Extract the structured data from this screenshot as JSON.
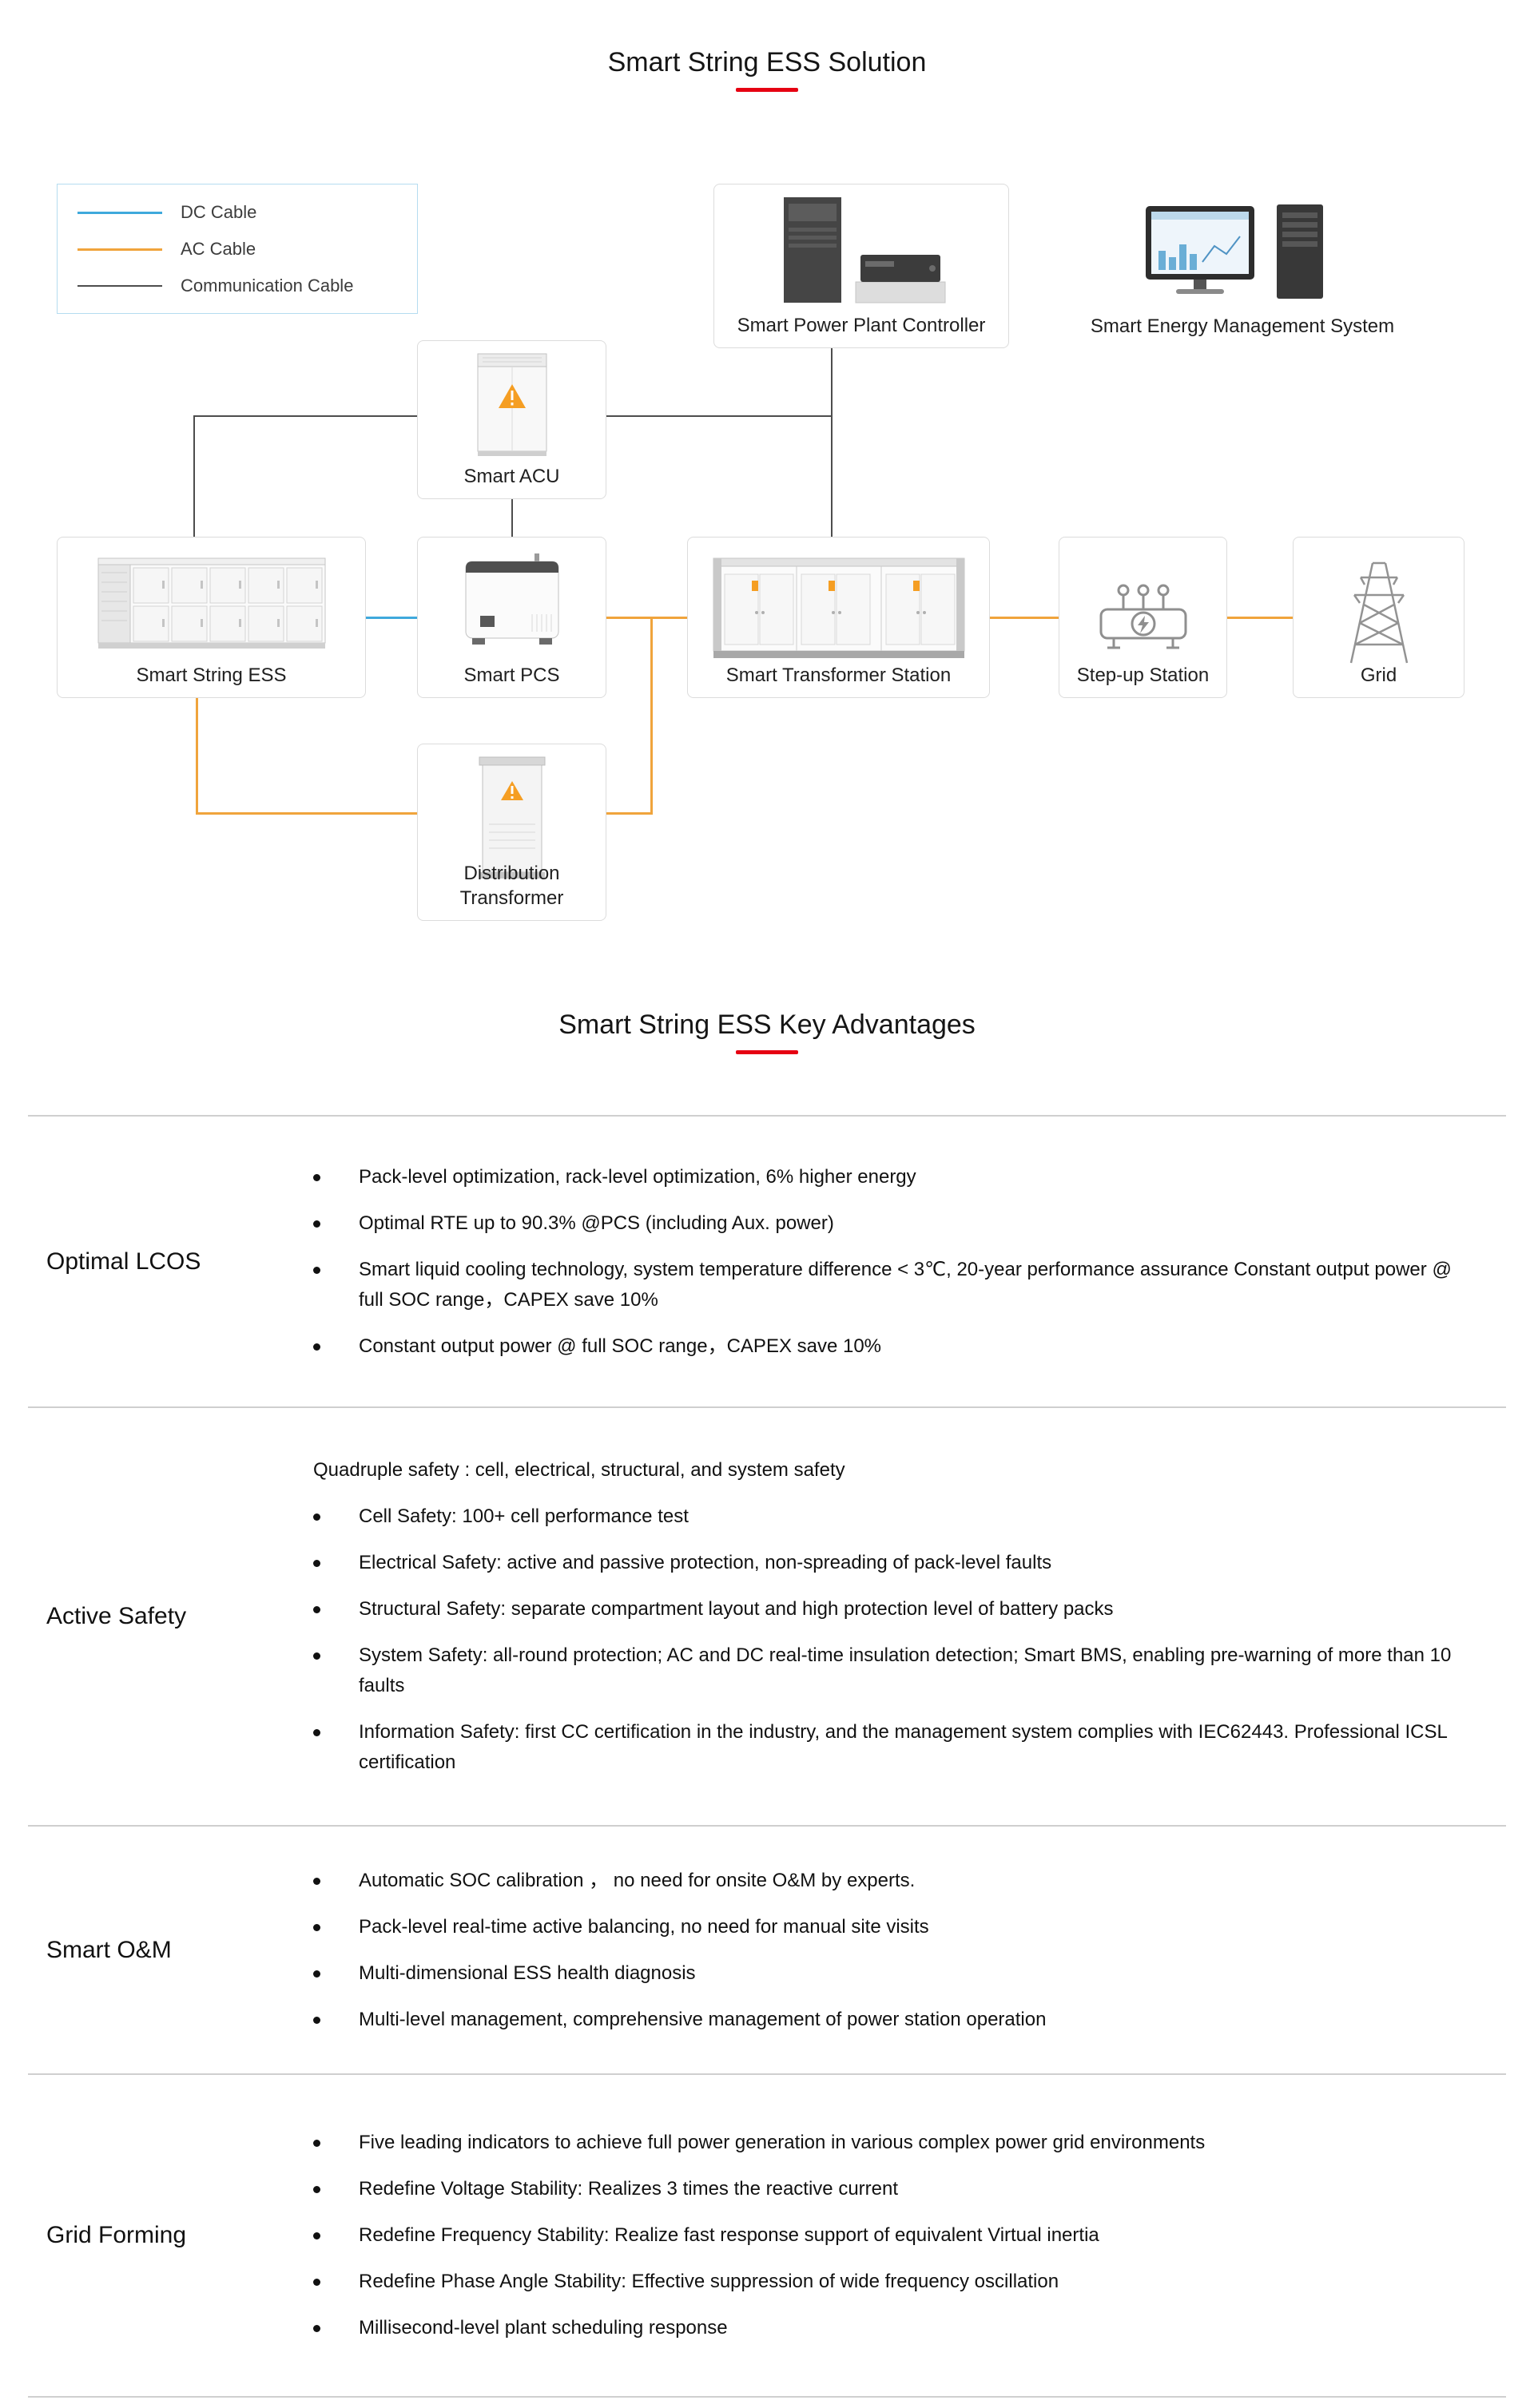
{
  "colors": {
    "dc": "#3fa9dc",
    "ac": "#f0a43c",
    "comm": "#4d4d4d",
    "accent_red": "#e60012"
  },
  "titles": {
    "solution": "Smart String ESS Solution",
    "advantages": "Smart String ESS Key Advantages"
  },
  "legend": {
    "items": [
      {
        "label": "DC Cable"
      },
      {
        "label": "AC Cable"
      },
      {
        "label": "Communication  Cable"
      }
    ]
  },
  "nodes": {
    "ppc": "Smart Power Plant Controller",
    "ems": "Smart Energy Management System",
    "acu": "Smart ACU",
    "ess": "Smart String ESS",
    "pcs": "Smart PCS",
    "transformer_station": "Smart Transformer Station",
    "stepup": "Step-up Station",
    "grid": "Grid",
    "dist_transformer": "Distribution Transformer"
  },
  "advantages": {
    "rows": [
      {
        "label": "Optimal LCOS",
        "bullets": [
          "Pack-level optimization, rack-level optimization, 6% higher energy",
          "Optimal RTE up to 90.3% @PCS (including Aux. power)",
          "Smart liquid cooling technology, system temperature difference < 3℃, 20-year performance assurance Constant output power @ full SOC range，CAPEX save 10%",
          "Constant output power @ full SOC range，CAPEX save 10%"
        ]
      },
      {
        "label": "Active Safety",
        "intro": "Quadruple safety :  cell, electrical, structural, and system safety",
        "bullets": [
          "Cell Safety: 100+ cell performance test",
          "Electrical Safety: active and passive protection, non-spreading of pack-level faults",
          "Structural Safety: separate compartment layout and high protection level of battery packs",
          "System Safety: all-round protection; AC and DC real-time insulation detection; Smart BMS, enabling pre-warning of more than 10 faults",
          "Information Safety: first CC certification in the industry, and the management system complies with IEC62443. Professional ICSL certification"
        ]
      },
      {
        "label": "Smart O&M",
        "bullets": [
          "Automatic SOC calibration ， no need for onsite O&M by experts.",
          "Pack-level real-time active balancing, no need for manual site visits",
          "Multi-dimensional ESS health diagnosis",
          "Multi-level management, comprehensive management of power station operation"
        ]
      },
      {
        "label": "Grid Forming",
        "bullets": [
          "Five leading indicators to achieve full power generation in various complex power grid environments",
          "Redefine Voltage Stability: Realizes 3 times the reactive current",
          "Redefine Frequency Stability: Realize fast response support of equivalent Virtual inertia",
          "Redefine Phase Angle Stability: Effective suppression of wide frequency oscillation",
          "Millisecond-level plant scheduling response"
        ]
      }
    ]
  }
}
